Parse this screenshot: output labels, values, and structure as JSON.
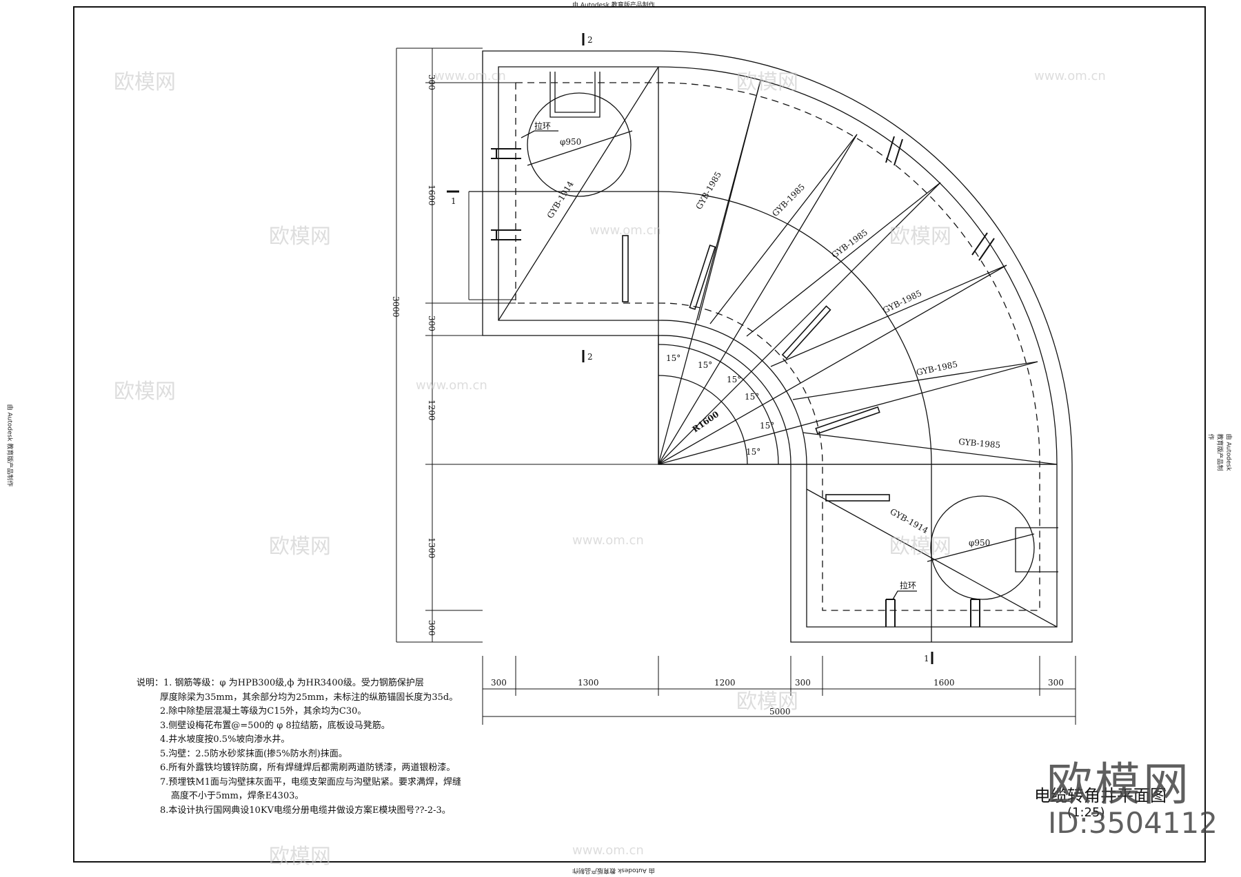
{
  "header_notice": "由 Autodesk 教育版产品制作",
  "side_notice": "由 Autodesk 教育版产品制作",
  "section_marks": {
    "one": "1",
    "two": "2"
  },
  "dims_bottom": [
    "300",
    "1300",
    "1200",
    "300",
    "1600",
    "300"
  ],
  "dim_total": "5000",
  "dims_left": [
    "300",
    "1600",
    "300",
    "1200",
    "1300",
    "300"
  ],
  "dim_left_total": "3000",
  "cable_labels": [
    "GYB-1985",
    "GYB-1985",
    "GYB-1985",
    "GYB-1985",
    "GYB-1985",
    "GYB-1985"
  ],
  "diag_labels": [
    "GYB-1914",
    "GYB-1914"
  ],
  "angle_labels": [
    "15°",
    "15°",
    "15°",
    "15°",
    "15°",
    "15°"
  ],
  "radius_label": "R1600",
  "circle_labels": [
    "φ950",
    "φ950"
  ],
  "ring_labels": [
    "拉环",
    "拉环"
  ],
  "notes": [
    "说明：1. 钢筋等级：φ 为HPB300级,ф 为HR3400级。受力钢筋保护层",
    "厚度除梁为35mm，其余部分均为25mm，未标注的纵筋锚固长度为35d。",
    "2.除中除垫层混凝土等级为C15外，其余均为C30。",
    "3.侧壁设梅花布置@=500的 φ 8拉结筋，底板设马凳筋。",
    "4.井水坡度按0.5%坡向渗水井。",
    "5.沟壁：2.5防水砂浆抹面(掺5%防水剂)抹面。",
    "6.所有外露铁均镀锌防腐，所有焊缝焊后都需刷两道防锈漆，两道银粉漆。",
    "7.预埋铁M1面与沟壁抹灰面平，电缆支架面应与沟壁贴紧。要求满焊，焊缝",
    "高度不小于5mm，焊条E4303。",
    "8.本设计执行国网典设10KV电缆分册电缆井做设方案E模块图号??-2-3。"
  ],
  "title": "电缆转角井平面图",
  "title_sub": "(1:25)",
  "logo_text": "欧模网",
  "logo_id": "ID:3504112",
  "watermark_cn": "欧模网",
  "watermark_url": "www.om.cn"
}
